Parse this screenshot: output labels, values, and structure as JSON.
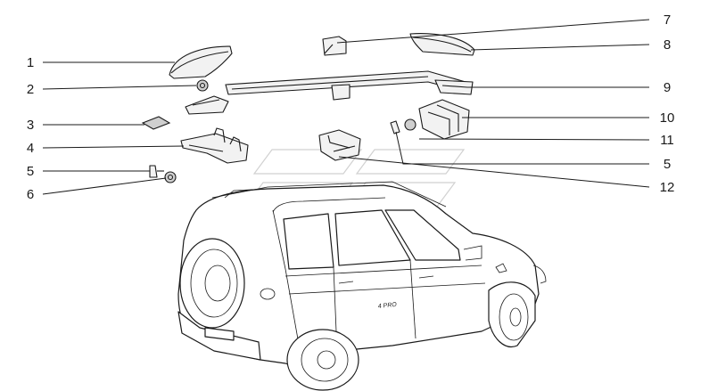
{
  "callouts_left": [
    "1",
    "2",
    "3",
    "4",
    "5",
    "6"
  ],
  "callouts_right": [
    "7",
    "8",
    "9",
    "10",
    "11",
    "5",
    "12"
  ],
  "car_script_label": "4 PRO",
  "colors": {
    "ink": "#1a1a1a",
    "part_fill": "#f2f2f2",
    "background": "#ffffff"
  }
}
